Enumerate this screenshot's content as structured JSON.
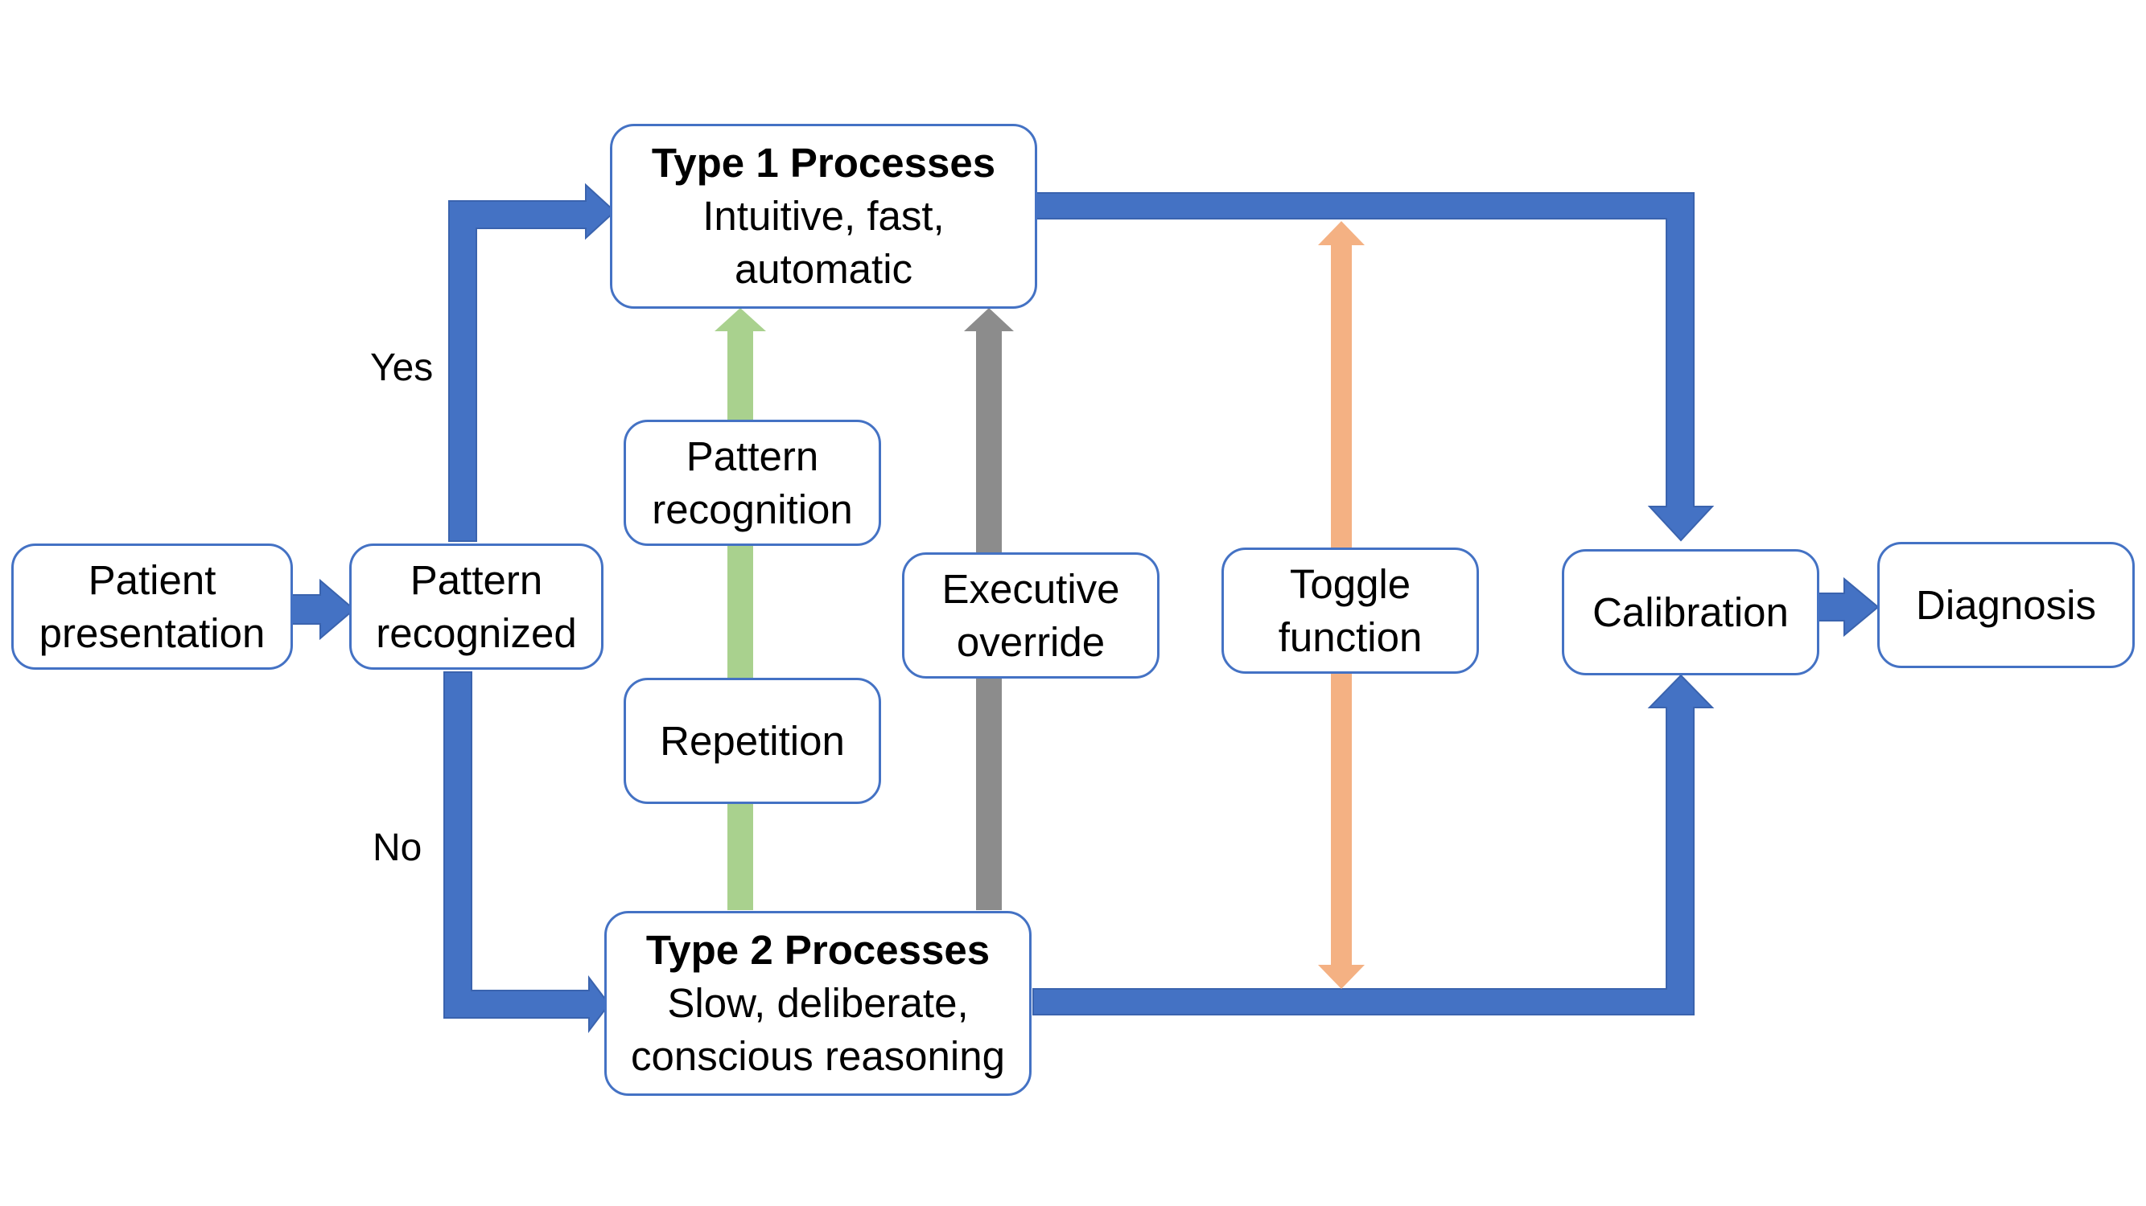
{
  "colors": {
    "main_flow": "#4472C4",
    "repetition_arrow": "#A9D18E",
    "executive_override_arrow": "#8C8C8C",
    "toggle_arrow": "#F4B183",
    "box_border": "#4472C4"
  },
  "nodes": {
    "patient_presentation": {
      "line1": "Patient",
      "line2": "presentation"
    },
    "pattern_recognized": {
      "line1": "Pattern",
      "line2": "recognized"
    },
    "type1": {
      "title": "Type 1 Processes",
      "line1": "Intuitive, fast,",
      "line2": "automatic"
    },
    "type2": {
      "title": "Type 2 Processes",
      "line1": "Slow, deliberate,",
      "line2": "conscious reasoning"
    },
    "pattern_recognition": {
      "line1": "Pattern",
      "line2": "recognition"
    },
    "repetition": {
      "line1": "Repetition"
    },
    "executive_override": {
      "line1": "Executive",
      "line2": "override"
    },
    "toggle_function": {
      "line1": "Toggle",
      "line2": "function"
    },
    "calibration": {
      "line1": "Calibration"
    },
    "diagnosis": {
      "line1": "Diagnosis"
    }
  },
  "edge_labels": {
    "yes": "Yes",
    "no": "No"
  },
  "icons": {
    "main_flow_arrow": "blue-block-arrow",
    "repetition_arrow": "green-up-arrow",
    "executive_override_arrow": "gray-up-arrow",
    "toggle_arrow": "orange-double-arrow"
  }
}
